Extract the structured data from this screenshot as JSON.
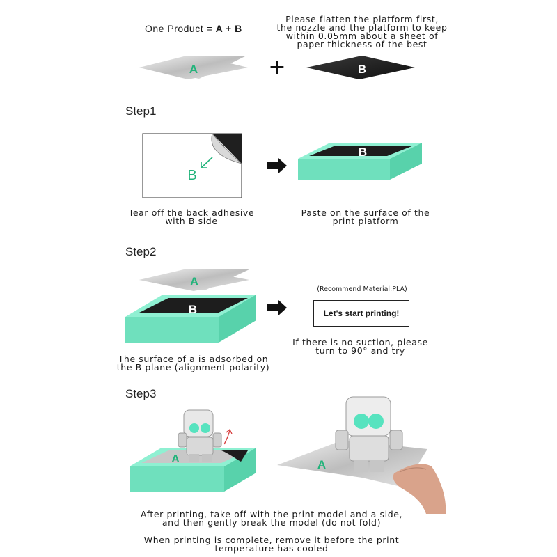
{
  "header": {
    "one_product_prefix": "One  Product = ",
    "one_product_formula": "A + B",
    "flatten_note": [
      "Please flatten the platform first,",
      "the nozzle and the platform to keep",
      "within 0.05mm about a sheet of",
      "paper thickness of the best"
    ],
    "plus_sign": "+"
  },
  "labels": {
    "a": "A",
    "b": "B"
  },
  "step1": {
    "title": "Step1",
    "left_caption": [
      "Tear off the back adhesive",
      "with B side"
    ],
    "right_caption": [
      "Paste on the surface of the",
      "print platform"
    ]
  },
  "step2": {
    "title": "Step2",
    "left_caption": [
      "The surface of a is adsorbed on",
      "the B plane (alignment polarity)"
    ],
    "recommend": "(Recommend Material:PLA)",
    "start_button": "Let's start printing!",
    "right_caption": [
      "If there is no suction, please",
      "turn to 90° and try"
    ]
  },
  "step3": {
    "title": "Step3",
    "caption1": [
      "After printing, take off with the print model and a side,",
      "and then gently break the model (do not fold)"
    ],
    "caption2": [
      "When printing is complete, remove it before the print",
      "temperature has cooled"
    ]
  },
  "colors": {
    "mint": "#72e3c0",
    "mint_dark": "#49c79f",
    "black_sheet": "#1f1f1f",
    "silver": "#c9c9c9",
    "green_text": "#21b37a"
  }
}
